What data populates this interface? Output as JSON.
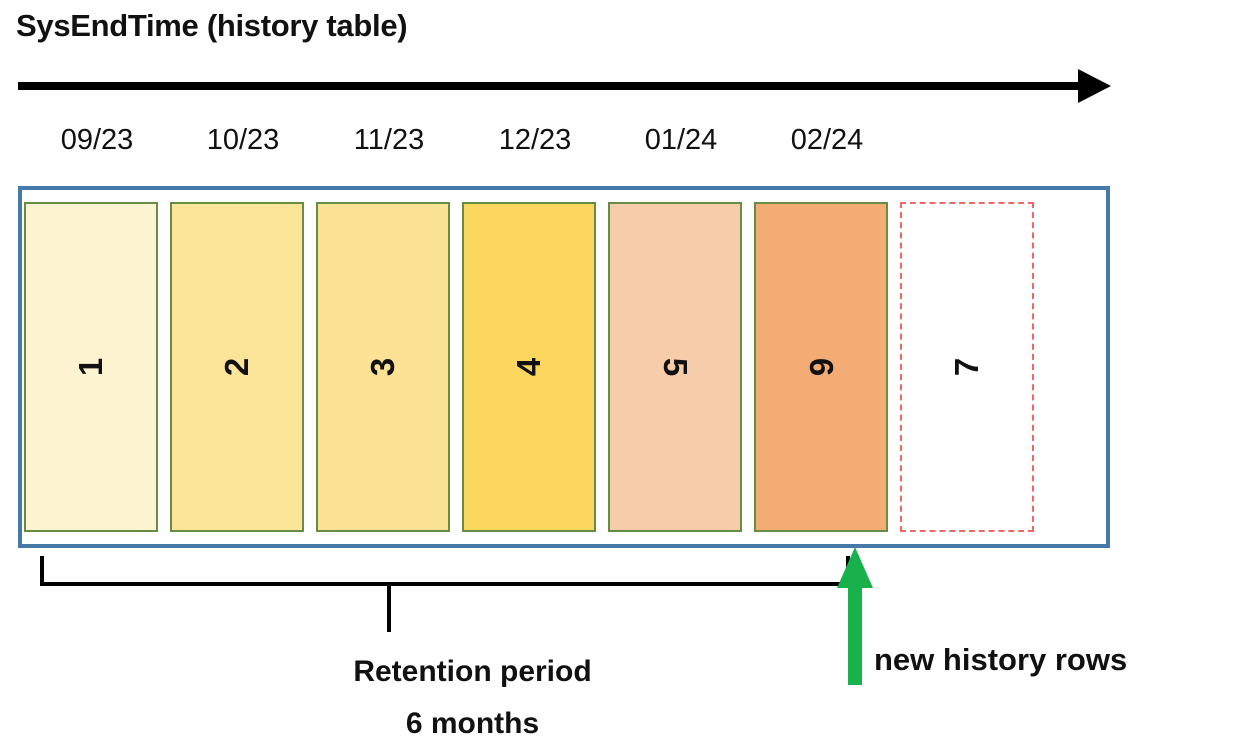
{
  "title": "SysEndTime (history table)",
  "months": [
    "09/23",
    "10/23",
    "11/23",
    "12/23",
    "01/24",
    "02/24"
  ],
  "blocks": [
    {
      "number": "1",
      "fill": "#FDF3D1",
      "border_color": "#678C44",
      "border_style": "solid",
      "number_rotation": "ccw"
    },
    {
      "number": "2",
      "fill": "#FCE499",
      "border_color": "#678C44",
      "border_style": "solid",
      "number_rotation": "ccw"
    },
    {
      "number": "3",
      "fill": "#FBE295",
      "border_color": "#678C44",
      "border_style": "solid",
      "number_rotation": "ccw"
    },
    {
      "number": "4",
      "fill": "#FBD75F",
      "border_color": "#678C44",
      "border_style": "solid",
      "number_rotation": "ccw"
    },
    {
      "number": "5",
      "fill": "#F7CCAB",
      "border_color": "#678C44",
      "border_style": "solid",
      "number_rotation": "cw"
    },
    {
      "number": "6",
      "fill": "#F2AC74",
      "border_color": "#678C44",
      "border_style": "solid",
      "number_rotation": "cw"
    },
    {
      "number": "7",
      "fill": "#FFFFFF",
      "border_color": "#EC6A63",
      "border_style": "dashed",
      "number_rotation": "ccw"
    }
  ],
  "retention_label": {
    "line1": "Retention period",
    "line2": "6 months"
  },
  "annotation": {
    "text": "new history rows",
    "arrow_color": "#19B14C"
  },
  "styles": {
    "container_border": "#4678A8",
    "timeline_arrow_color": "#000000"
  }
}
